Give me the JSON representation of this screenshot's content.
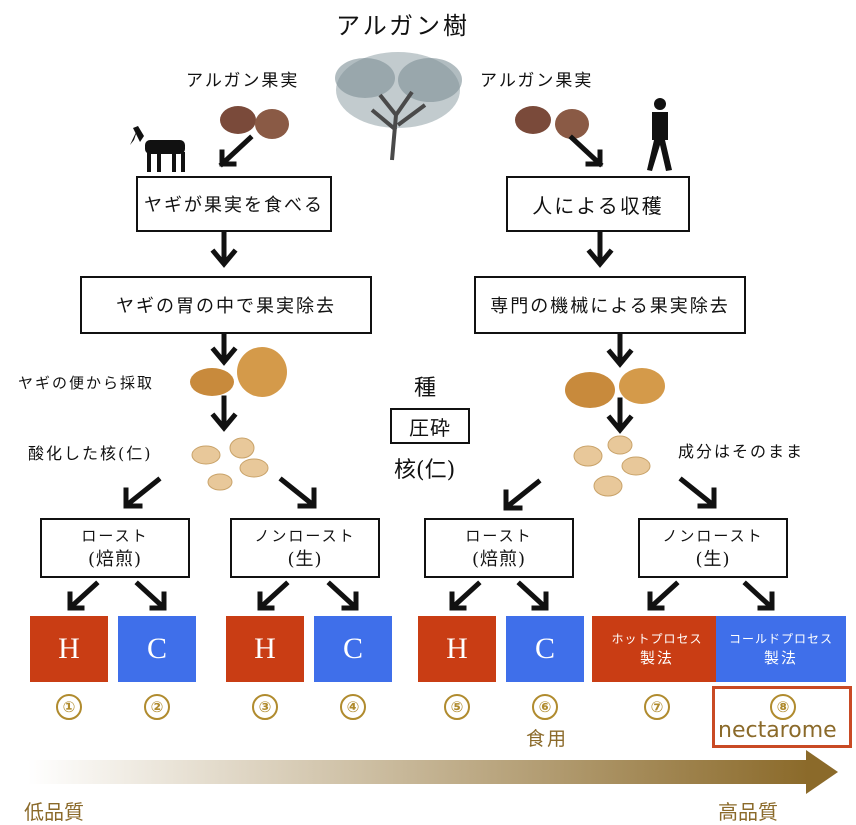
{
  "title": "アルガン樹",
  "left": {
    "fruit_label": "アルガン果実",
    "step1": "ヤギが果実を食べる",
    "step2": "ヤギの胃の中で果実除去",
    "collect": "ヤギの便から採取",
    "kernel": "酸化した核(仁)",
    "roast_line1": "ロースト",
    "roast_line2": "(焙煎)",
    "nonroast_line1": "ノンロースト",
    "nonroast_line2": "(生)"
  },
  "right": {
    "fruit_label": "アルガン果実",
    "step1": "人による収穫",
    "step2": "専門の機械による果実除去",
    "kernel": "成分はそのまま",
    "roast_line1": "ロースト",
    "roast_line2": "(焙煎)",
    "nonroast_line1": "ノンロースト",
    "nonroast_line2": "(生)"
  },
  "center": {
    "seed": "種",
    "crush": "圧砕",
    "kernel": "核(仁)"
  },
  "results": {
    "h": "H",
    "c": "C",
    "hot_line1": "ホットプロセス",
    "hot_line2": "製法",
    "cold_line1": "コールドプロセス",
    "cold_line2": "製法"
  },
  "numbers": [
    "①",
    "②",
    "③",
    "④",
    "⑤",
    "⑥",
    "⑦",
    "⑧"
  ],
  "edible": "食用",
  "brand": "nectarome",
  "quality": {
    "low": "低品質",
    "high": "高品質"
  },
  "colors": {
    "h_red": "#c93d14",
    "c_blue": "#3f6fea",
    "gold": "#b08b2e",
    "brand_border": "#c94a24"
  }
}
